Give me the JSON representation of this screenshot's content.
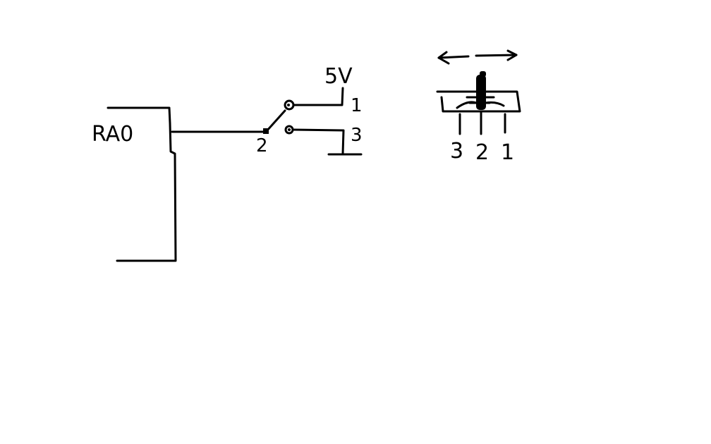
{
  "labels": {
    "chip_pin": "RA0",
    "supply": "5V",
    "switch_common_pin": "2",
    "switch_pin_top": "1",
    "switch_pin_bottom": "3",
    "slide_pin_left": "3",
    "slide_pin_middle": "2",
    "slide_pin_right": "1"
  },
  "colors": {
    "ink": "#000000",
    "background": "#ffffff"
  }
}
